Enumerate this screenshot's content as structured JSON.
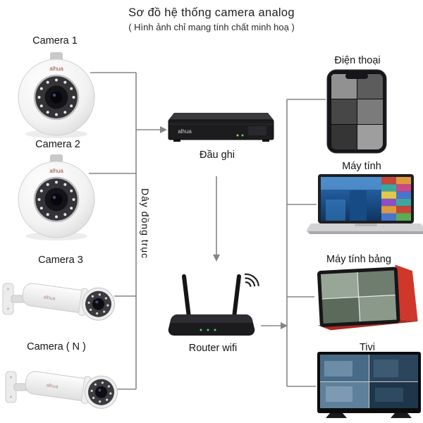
{
  "page": {
    "title": "Sơ đồ hệ thống camera analog",
    "subtitle": "( Hình ảnh chỉ mang tính chất minh hoạ )"
  },
  "brand": "alhua",
  "cameras": {
    "cam1": "Camera 1",
    "cam2": "Camera 2",
    "cam3": "Camera 3",
    "camN": "Camera ( N )"
  },
  "connections": {
    "coax_label": "Dây đồng trục"
  },
  "hub": {
    "dvr_label": "Đầu ghi",
    "router_label": "Router wifi"
  },
  "clients": {
    "phone": "Điện thoại",
    "laptop": "Máy tính",
    "tablet": "Máy tính bảng",
    "tv": "Tivi"
  }
}
